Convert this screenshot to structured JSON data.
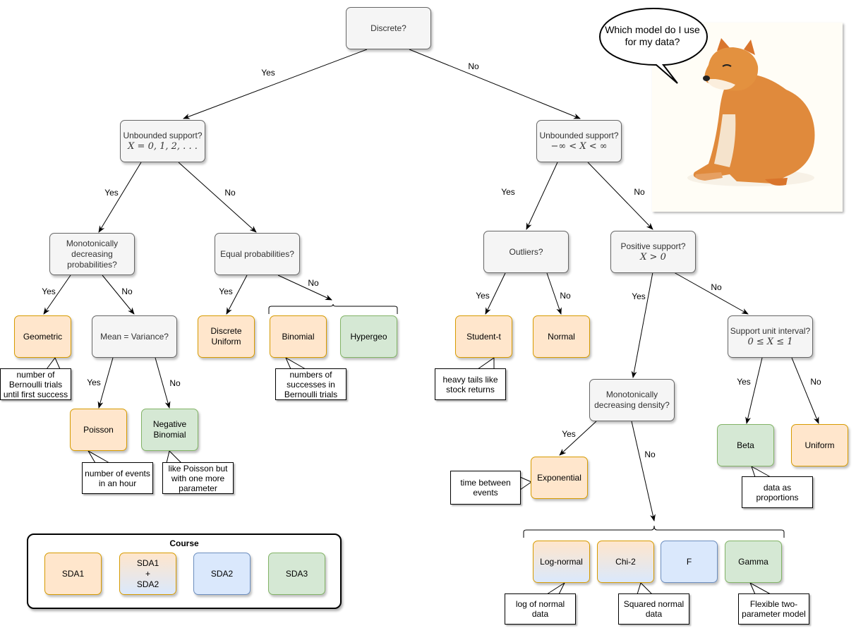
{
  "colors": {
    "sda1_fill": "#ffe6cc",
    "sda1_stroke": "#d79b00",
    "sda2_fill": "#dae8fc",
    "sda2_stroke": "#6c8ebf",
    "sda3_fill": "#d5e8d4",
    "sda3_stroke": "#82b366",
    "question_fill": "#f5f5f5"
  },
  "meme": {
    "speech": "Which model do I use for my data?",
    "image": "shiba-inu-dog"
  },
  "questions": {
    "discrete": "Discrete?",
    "unbounded_left": "Unbounded support?",
    "unbounded_left_math": "X = 0, 1, 2, . . .",
    "unbounded_right": "Unbounded support?",
    "unbounded_right_math": "−∞ < X < ∞",
    "mono_prob": "Monotonically decreasing probabilities?",
    "equal_prob": "Equal probabilities?",
    "mean_var": "Mean = Variance?",
    "outliers": "Outliers?",
    "positive": "Positive support?",
    "positive_math": "X > 0",
    "unit_interval": "Support unit interval?",
    "unit_interval_math": "0 ≤ X ≤ 1",
    "mono_density": "Monotonically decreasing density?"
  },
  "distributions": {
    "geometric": "Geometric",
    "discrete_uniform": "Discrete Uniform",
    "binomial": "Binomial",
    "hypergeo": "Hypergeo",
    "poisson": "Poisson",
    "neg_binomial": "Negative Binomial",
    "student_t": "Student-t",
    "normal": "Normal",
    "exponential": "Exponential",
    "beta": "Beta",
    "uniform": "Uniform",
    "log_normal": "Log-normal",
    "chi2": "Chi-2",
    "f": "F",
    "gamma": "Gamma"
  },
  "notes": {
    "geometric": "number of Bernoulli trials until first success",
    "binomial": "numbers of successes in Bernoulli trials",
    "poisson": "number of events in an hour",
    "neg_binomial": "like Poisson but with one more parameter",
    "student_t": "heavy tails like stock returns",
    "exponential": "time between events",
    "beta": "data as proportions",
    "log_normal": "log of normal data",
    "chi2": "Squared normal data",
    "gamma": "Flexible two-parameter model"
  },
  "edge_labels": {
    "yes": "Yes",
    "no": "No"
  },
  "legend": {
    "title": "Course",
    "items": [
      "SDA1",
      "SDA1\n+\nSDA2",
      "SDA2",
      "SDA3"
    ]
  }
}
